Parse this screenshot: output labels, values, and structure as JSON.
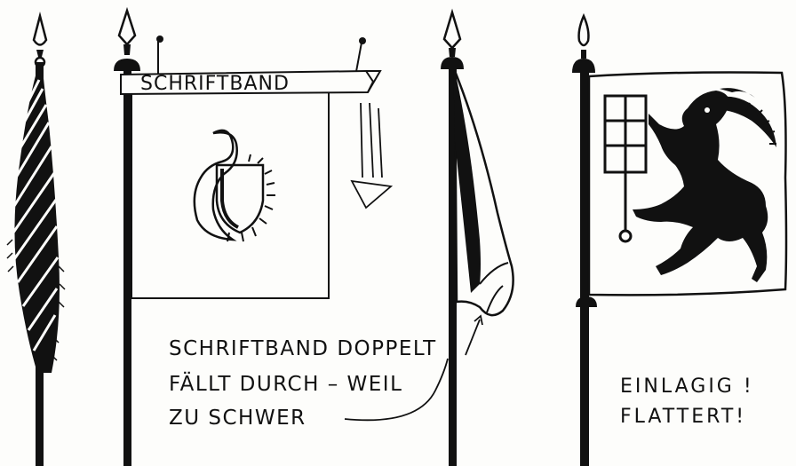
{
  "banner": {
    "text": "SCHRIFTBAND"
  },
  "caption_left": {
    "line1": "SCHRIFTBAND  DOPPELT",
    "line2": "FÄLLT DURCH – WEIL",
    "line3": "ZU SCHWER"
  },
  "caption_right": {
    "line1": "EINLAGIG !",
    "line2": "FLATTERT!"
  },
  "colors": {
    "ink": "#111111",
    "paper": "#fdfdfb"
  }
}
